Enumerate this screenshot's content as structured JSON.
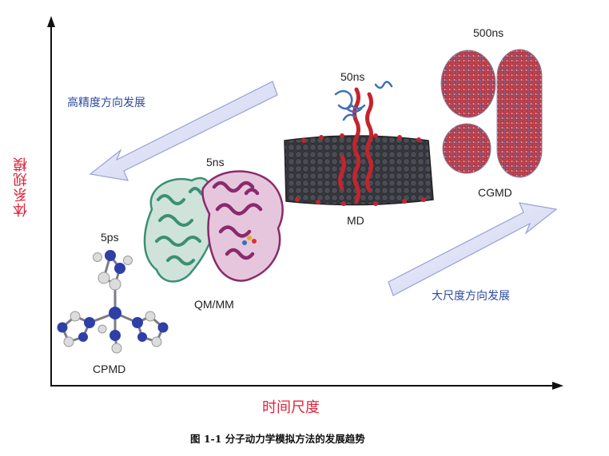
{
  "axes": {
    "y_label": "体系规模",
    "x_label": "时间尺度"
  },
  "directions": {
    "high_precision": "高精度方向发展",
    "large_scale": "大尺度方向发展"
  },
  "methods": [
    {
      "id": "cpmd",
      "name": "CPMD",
      "timescale": "5ps"
    },
    {
      "id": "qmmm",
      "name": "QM/MM",
      "timescale": "5ns"
    },
    {
      "id": "md",
      "name": "MD",
      "timescale": "50ns"
    },
    {
      "id": "cgmd",
      "name": "CGMD",
      "timescale": "500ns"
    }
  ],
  "caption": "图 1-1  分子动力学模拟方法的发展趋势",
  "colors": {
    "axis_label": "#e0243a",
    "direction_text": "#2b4aa0",
    "arrow_fill": "#d8dcf4",
    "atom_blue": "#2e3fa6",
    "atom_white": "#dcdcdc",
    "protein_green": "#3b8f74",
    "protein_purple": "#8a2a6e",
    "membrane_grey": "#3d3f46",
    "membrane_red": "#c4242e"
  }
}
